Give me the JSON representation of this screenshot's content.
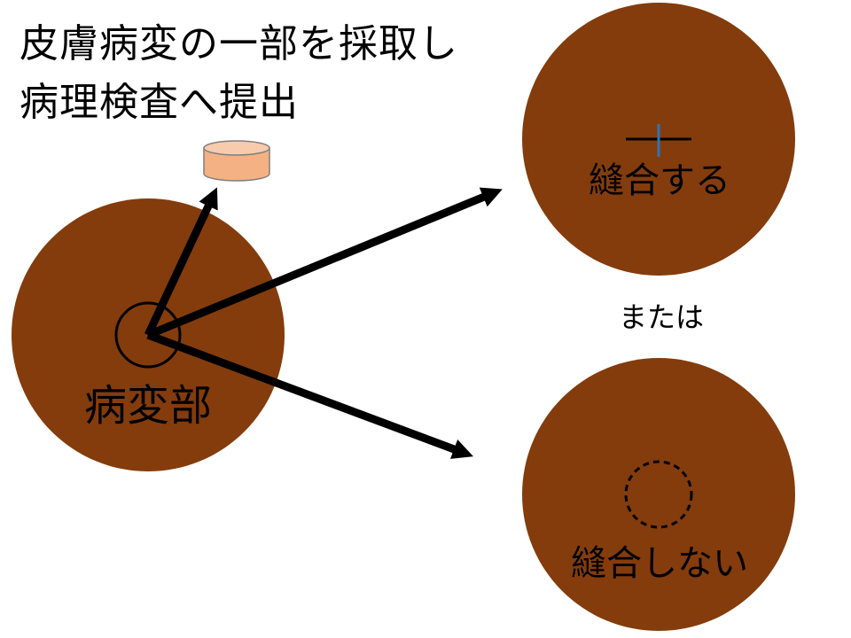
{
  "title": {
    "line1": "皮膚病変の一部を採取し",
    "line2": "病理検査へ提出"
  },
  "lesion": {
    "label": "病変部"
  },
  "outcomes": {
    "sutured_label": "縫合する",
    "or_label": "または",
    "unsutured_label": "縫合しない"
  },
  "colors": {
    "lesion_brown": "#843c0c",
    "sample_fill": "#f4b183",
    "suture_blue": "#2e75b6",
    "arrow_black": "#000000"
  },
  "icons": {
    "specimen": "specimen-cylinder-icon",
    "suture": "suture-cross-icon"
  }
}
